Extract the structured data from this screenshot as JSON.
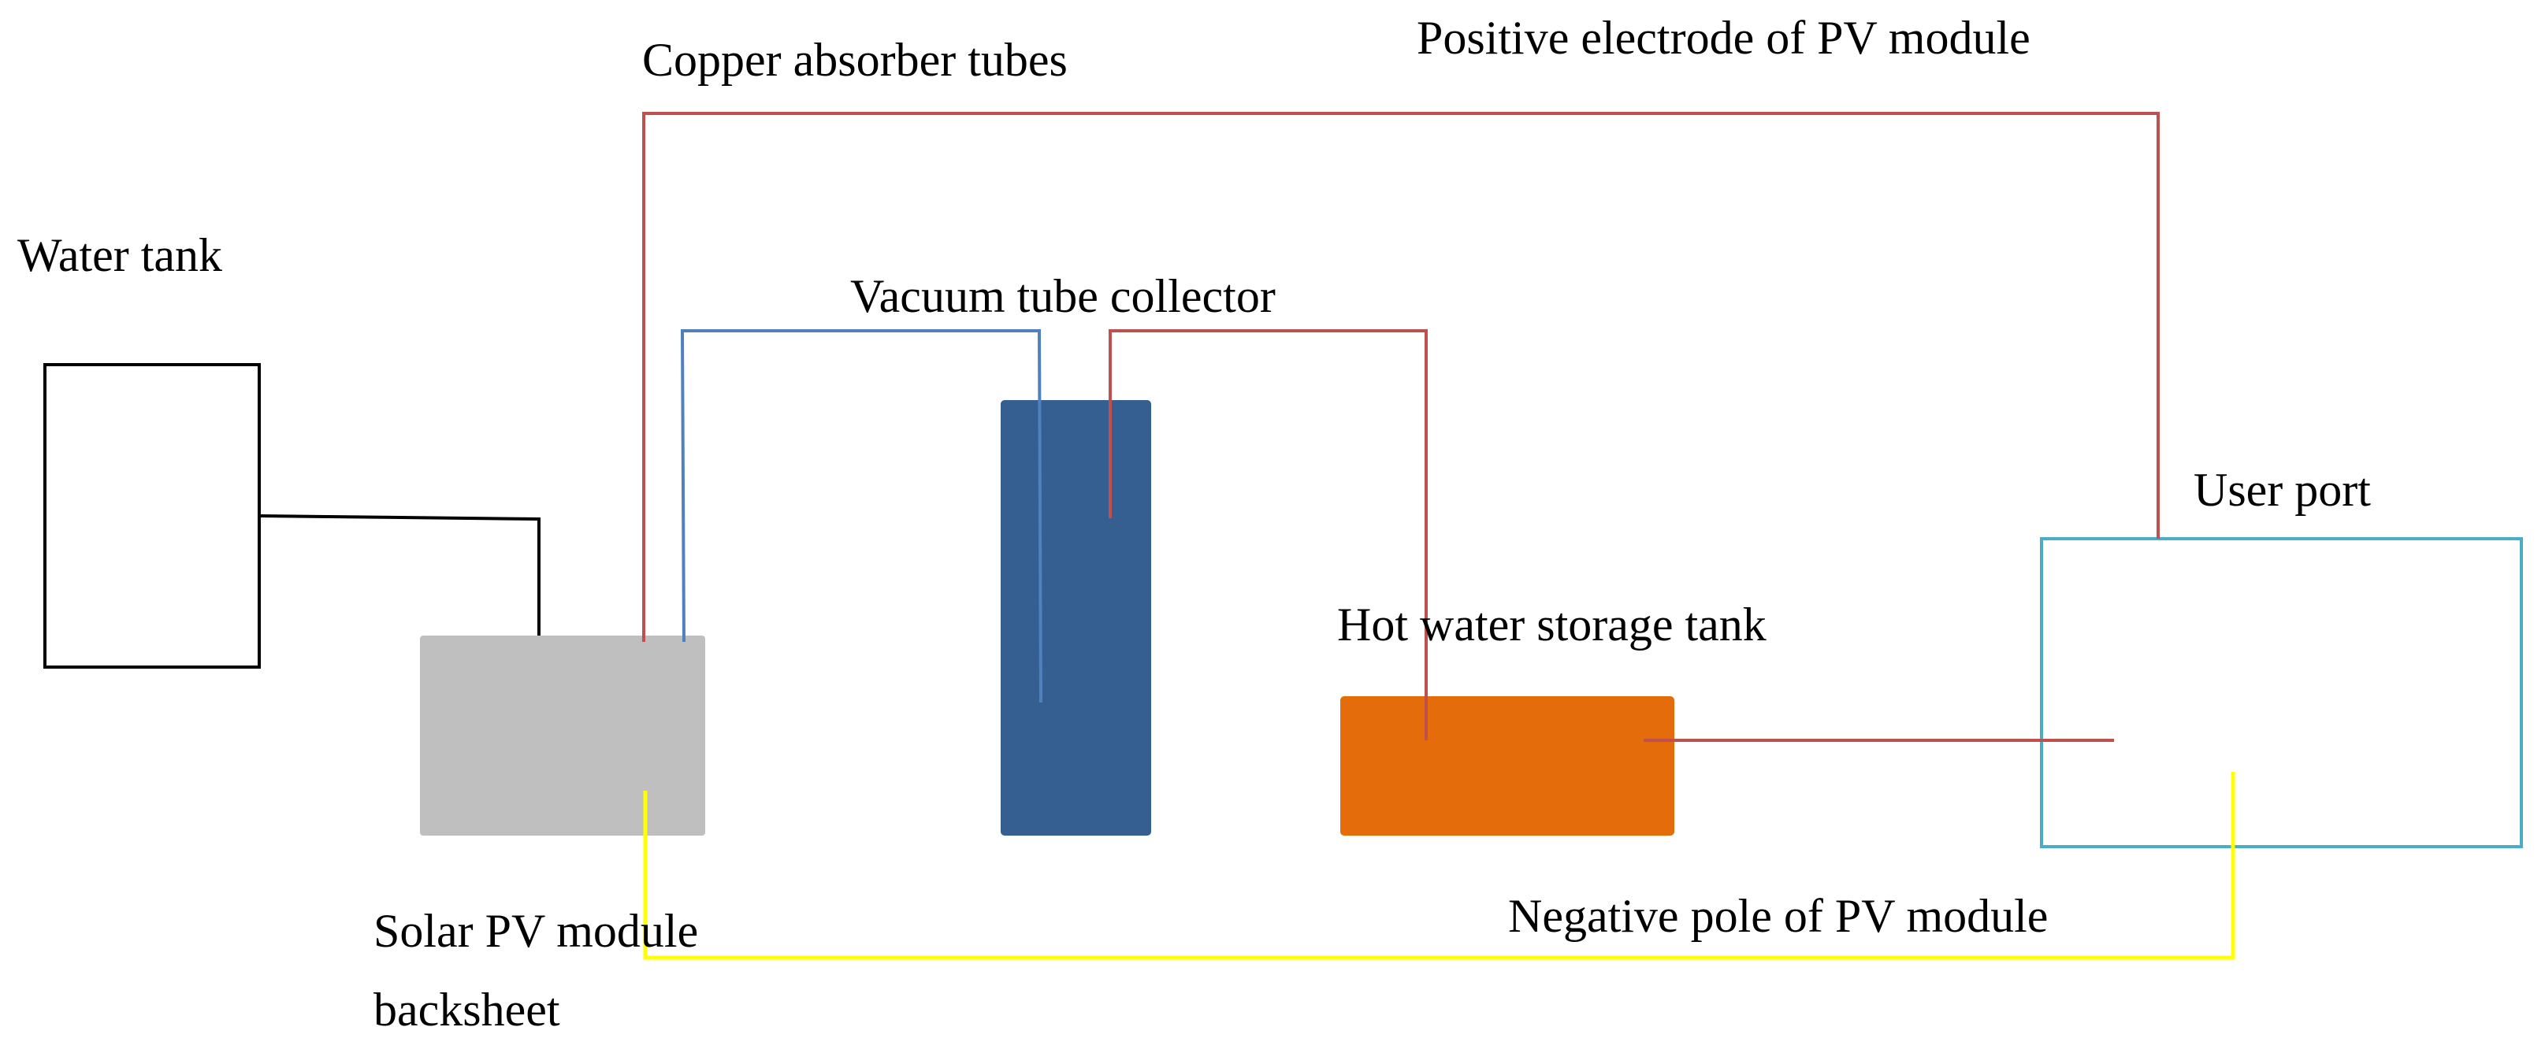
{
  "labels": {
    "water_tank": "Water tank",
    "copper_absorber_tubes": "Copper absorber tubes",
    "positive_electrode": "Positive electrode of PV module",
    "vacuum_tube_collector": "Vacuum tube collector",
    "user_port": "User port",
    "hot_water_storage_tank": "Hot water storage tank",
    "solar_pv_module_line1": "Solar PV module",
    "solar_pv_module_line2": "backsheet",
    "negative_pole": "Negative pole of PV module"
  },
  "colors": {
    "tank_outline": "#000000",
    "pv_module": "#bfbfbf",
    "vacuum_tube": "#355f91",
    "hot_water_tank": "#e46c0a",
    "user_port_outline": "#4bacc6",
    "red_wire": "#c0504d",
    "blue_pipe": "#4f81bd",
    "black_pipe": "#000000",
    "yellow_wire": "#ffff00"
  }
}
